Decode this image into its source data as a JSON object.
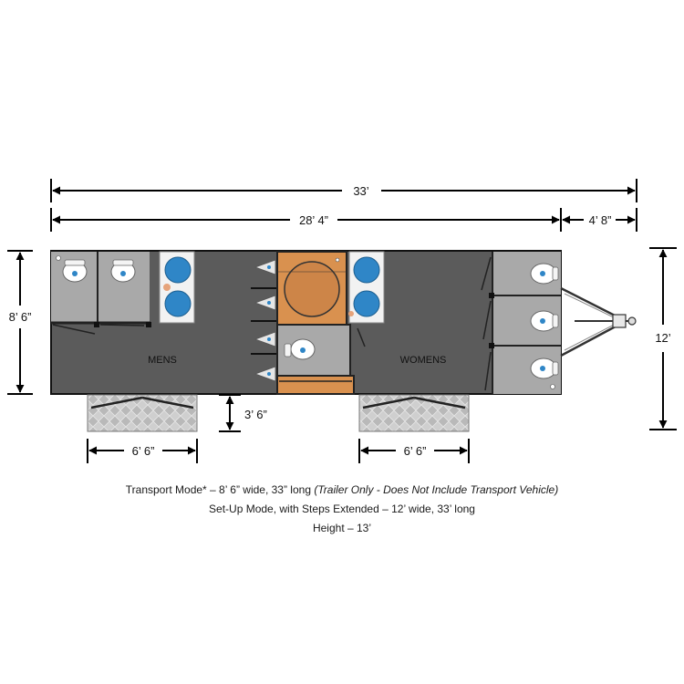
{
  "dimensions": {
    "overall_length": "33’",
    "trailer_body_length": "28’ 4”",
    "hitch_length": "4’ 8”",
    "trailer_width": "8’ 6”",
    "setup_width": "12’",
    "step_depth": "3’ 6”",
    "left_step_width": "6’ 6”",
    "right_step_width": "6’ 6”"
  },
  "rooms": {
    "mens_label": "MENS",
    "womens_label": "WOMENS"
  },
  "captions": {
    "transport_main": "Transport Mode* – 8’ 6” wide, 33” long ",
    "transport_note": "(Trailer Only - Does Not Include Transport Vehicle)",
    "setup": "Set-Up Mode, with Steps Extended – 12’ wide, 33’ long",
    "height": "Height – 13’"
  },
  "colors": {
    "floor": "#5b5b5b",
    "stall": "#a9a9a9",
    "utility_room": "#d9914f",
    "sink_basin": "#2f86c7",
    "step_plate": "#c9c9c9"
  }
}
